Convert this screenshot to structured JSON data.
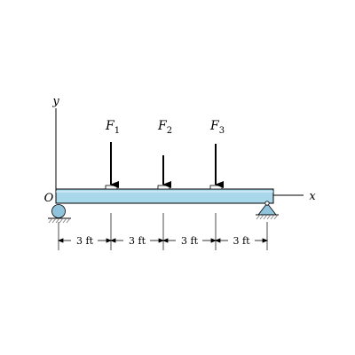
{
  "axes": {
    "y_label": "y",
    "x_label": "x",
    "origin_label": "O"
  },
  "forces": [
    {
      "label": "F",
      "subscript": "1"
    },
    {
      "label": "F",
      "subscript": "2"
    },
    {
      "label": "F",
      "subscript": "3"
    }
  ],
  "dimensions": [
    "3 ft",
    "3 ft",
    "3 ft",
    "3 ft"
  ],
  "colors": {
    "beam_fill": "#a9d8ea",
    "beam_stroke": "#000000",
    "support_fill": "#8fc4dc",
    "hatch": "#777777"
  }
}
